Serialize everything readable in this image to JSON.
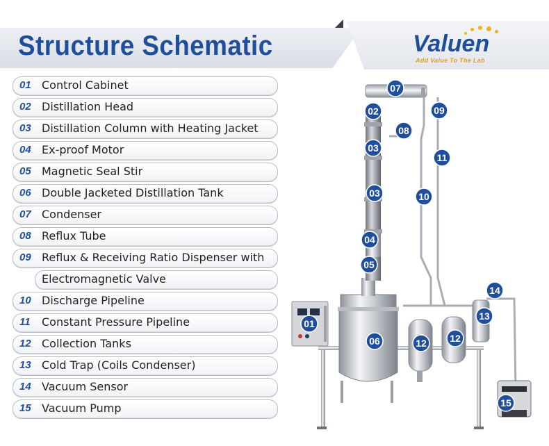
{
  "header": {
    "title": "Structure Schematic"
  },
  "logo": {
    "name": "Valuen",
    "tagline": "Add Value To The Lab",
    "accent": "#f2b21b",
    "brand": "#1f4f9c"
  },
  "components": [
    {
      "num": "01",
      "label": "Control Cabinet"
    },
    {
      "num": "02",
      "label": "Distillation Head"
    },
    {
      "num": "03",
      "label": "Distillation Column with Heating Jacket"
    },
    {
      "num": "04",
      "label": "Ex-proof Motor"
    },
    {
      "num": "05",
      "label": "Magnetic Seal Stir"
    },
    {
      "num": "06",
      "label": "Double Jacketed Distillation Tank"
    },
    {
      "num": "07",
      "label": "Condenser"
    },
    {
      "num": "08",
      "label": "Reflux Tube"
    },
    {
      "num": "09",
      "label": "Reflux & Receiving Ratio Dispenser with",
      "label_cont": "Electromagnetic Valve"
    },
    {
      "num": "10",
      "label": "Discharge Pipeline"
    },
    {
      "num": "11",
      "label": "Constant Pressure Pipeline"
    },
    {
      "num": "12",
      "label": "Collection Tanks"
    },
    {
      "num": "13",
      "label": "Cold Trap (Coils Condenser)"
    },
    {
      "num": "14",
      "label": "Vacuum Sensor"
    },
    {
      "num": "15",
      "label": "Vacuum Pump"
    }
  ],
  "markers": {
    "m01": "01",
    "m02": "02",
    "m03a": "03",
    "m03b": "03",
    "m04": "04",
    "m05": "05",
    "m06": "06",
    "m07": "07",
    "m08": "08",
    "m09": "09",
    "m10": "10",
    "m11": "11",
    "m12a": "12",
    "m12b": "12",
    "m13": "13",
    "m14": "14",
    "m15": "15"
  }
}
